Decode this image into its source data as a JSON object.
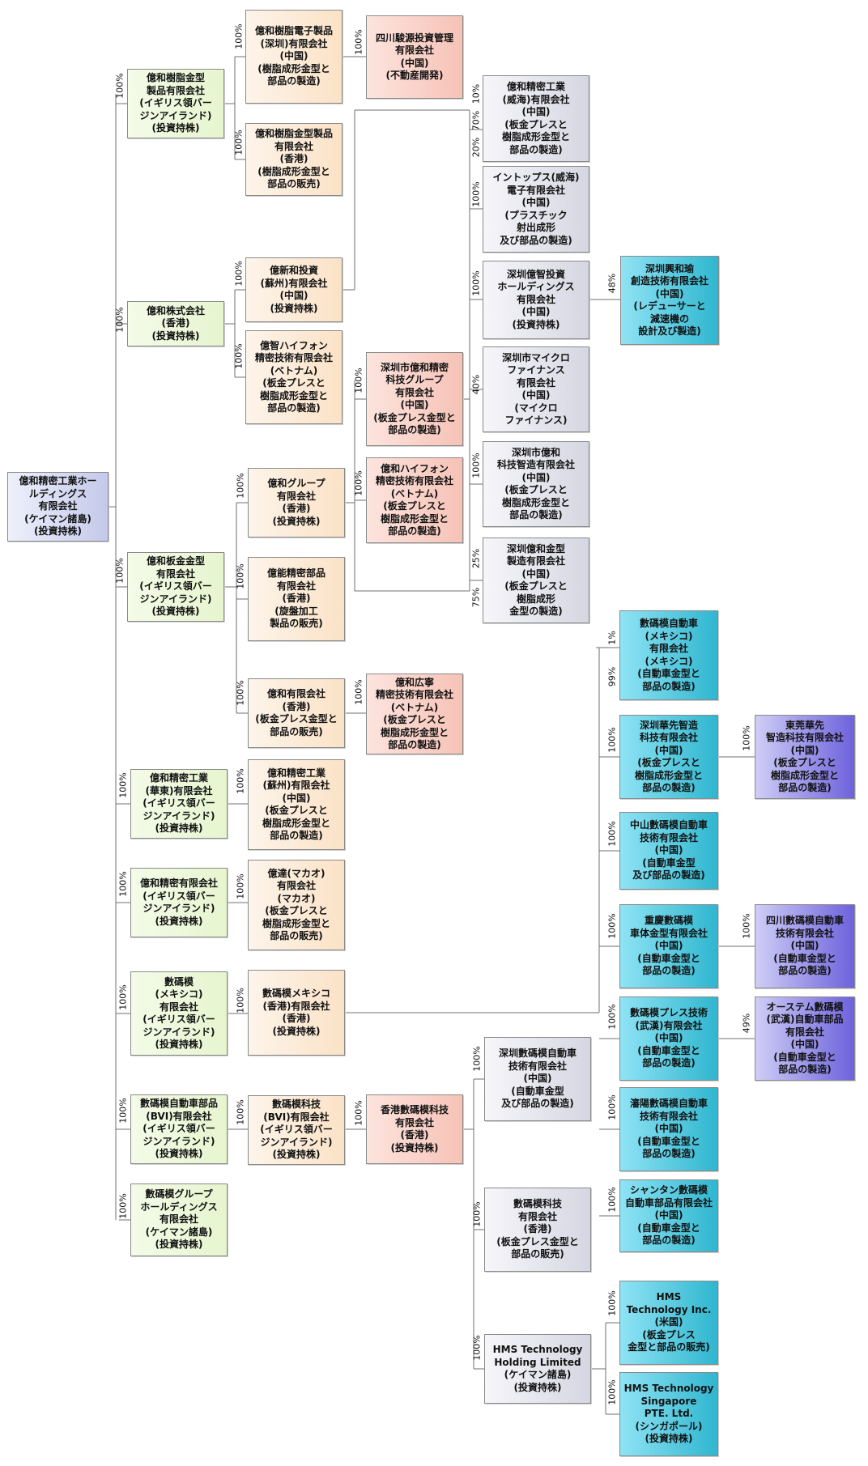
{
  "companies": {
    "root": "億和精密工業ホー\nルディングス\n有限会社\n(ケイマン諸島)\n(投資持株)",
    "a1": "億和樹脂金型\n製品有限会社\n(イギリス領バー\nジンアイランド)\n(投資持株)",
    "a2": "億和株式会社\n(香港)\n(投資持株)",
    "a3": "億和板金金型\n有限会社\n(イギリス領バー\nジンアイランド)\n(投資持株)",
    "a4": "億和精密工業\n(華東)有限会社\n(イギリス領バー\nジンアイランド)\n(投資持株)",
    "a5": "億和精密有限会社\n(イギリス領バー\nジンアイランド)\n(投資持株)",
    "a6": "數碼模\n(メキシコ)\n有限会社\n(イギリス領バー\nジンアイランド)\n(投資持株)",
    "a7": "數碼模自動車部品\n(BVI)有限会社\n(イギリス領バー\nジンアイランド)\n(投資持株)",
    "a8": "數碼模グループ\nホールディングス\n有限会社\n(ケイマン諸島)\n(投資持株)",
    "b1": "億和樹脂電子製品\n(深圳)有限会社\n(中国)\n(樹脂成形金型と\n部品の製造)",
    "b2": "億和樹脂金型製品\n有限会社\n(香港)\n(樹脂成形金型と\n部品の販売)",
    "b3": "億新和投資\n(蘇州)有限会社\n(中国)\n(投資持株)",
    "b4": "億智ハイフォン\n精密技術有限会社\n(ベトナム)\n(板金プレスと\n樹脂成形金型と\n部品の製造)",
    "b5": "億和グループ\n有限会社\n(香港)\n(投資持株)",
    "b6": "億能精密部品\n有限会社\n(香港)\n(旋盤加工\n製品の販売)",
    "b7": "億和有限会社\n(香港)\n(板金プレス金型と\n部品の販売)",
    "b8": "億和精密工業\n(蘇州)有限会社\n(中国)\n(板金プレスと\n樹脂成形金型と\n部品の製造)",
    "b9": "億達(マカオ)\n有限会社\n(マカオ)\n(板金プレスと\n樹脂成形金型と\n部品の販売)",
    "b10": "數碼模メキシコ\n(香港)有限会社\n(香港)\n(投資持株)",
    "b11": "數碼模科技\n(BVI)有限会社\n(イギリス領バー\nジンアイランド)\n(投資持株)",
    "c1": "四川駿源投資管理\n有限会社\n(中国)\n(不動産開発)",
    "c2": "深圳市億和精密\n科技グループ\n有限会社\n(中国)\n(板金プレス金型と\n部品の製造)",
    "c3": "億和ハイフォン\n精密技術有限会社\n(ベトナム)\n(板金プレスと\n樹脂成形金型と\n部品の製造)",
    "c4": "億和広寧\n精密技術有限会社\n(ベトナム)\n(板金プレスと\n樹脂成形金型と\n部品の製造)",
    "c5": "香港數碼模科技\n有限会社\n(香港)\n(投資持株)",
    "d1": "億和精密工業\n(威海)有限会社\n(中国)\n(板金プレスと\n樹脂成形金型と\n部品の製造)",
    "d2": "イントップス(威海)\n電子有限会社\n(中国)\n(プラスチック\n射出成形\n及び部品の製造)",
    "d3": "深圳億智投資\nホールディングス\n有限会社\n(中国)\n(投資持株)",
    "d4": "深圳市マイクロ\nファイナンス\n有限会社\n(中国)\n(マイクロ\nファイナンス)",
    "d5": "深圳市億和\n科技智造有限会社\n(中国)\n(板金プレスと\n樹脂成形金型と\n部品の製造)",
    "d6": "深圳億和金型\n製造有限会社\n(中国)\n(板金プレスと\n樹脂成形\n金型の製造)",
    "d7": "深圳數碼模自動車\n技術有限会社\n(中国)\n(自動車金型\n及び部品の製造)",
    "d8": "數碼模科技\n有限会社\n(香港)\n(板金プレス金型と\n部品の販売)",
    "d9": "HMS Technology\nHolding Limited\n(ケイマン諸島)\n(投資持株)",
    "e1": "深圳興和瑜\n創造技術有限会社\n(中国)\n(レデューサーと\n減速機の\n設計及び製造)",
    "e2": "數碼模自動車\n(メキシコ)\n有限会社\n(メキシコ)\n(自動車金型と\n部品の製造)",
    "e3": "深圳華先智造\n科技有限会社\n(中国)\n(板金プレスと\n樹脂成形金型と\n部品の製造)",
    "e4": "中山數碼模自動車\n技術有限会社\n(中国)\n(自動車金型\n及び部品の製造)",
    "e5": "重慶數碼模\n車体金型有限会社\n(中国)\n(自動車金型と\n部品の製造)",
    "e6": "數碼模プレス技術\n(武漢)有限会社\n(中国)\n(自動車金型と\n部品の製造)",
    "e7": "瀋陽數碼模自動車\n技術有限会社\n(中国)\n(自動車金型と\n部品の製造)",
    "e8": "シャンタン數碼模\n自動車部品有限会社\n(中国)\n(自動車金型と\n部品の製造)",
    "e9": "HMS\nTechnology Inc.\n(米国)\n(板金プレス\n金型と部品の販売)",
    "e10": "HMS Technology\nSingapore\nPTE. Ltd.\n(シンガポール)\n(投資持株)",
    "f1": "東莞華先\n智造科技有限会社\n(中国)\n(板金プレスと\n樹脂成形金型と\n部品の製造)",
    "f2": "四川數碼模自動車\n技術有限会社\n(中国)\n(自動車金型と\n部品の製造)",
    "f3": "オーステム數碼模\n(武漢)自動車部品\n有限会社\n(中国)\n(自動車金型と\n部品の製造)"
  },
  "percentages": {
    "a1": "100%",
    "a2": "100%",
    "a3": "100%",
    "a4": "100%",
    "a5": "100%",
    "a6": "100%",
    "a7": "100%",
    "a8": "100%",
    "b1": "100%",
    "b2": "100%",
    "b3": "100%",
    "b4": "100%",
    "b5": "100%",
    "b6": "100%",
    "b7": "100%",
    "b8": "100%",
    "b9": "100%",
    "b10": "100%",
    "b11": "100%",
    "c1": "100%",
    "c2": "100%",
    "c3": "100%",
    "c4": "100%",
    "c5": "100%",
    "d1a": "10%",
    "d1b": "70%",
    "d1c": "20%",
    "d2": "100%",
    "d3": "100%",
    "d4": "40%",
    "d5": "100%",
    "d6a": "25%",
    "d6b": "75%",
    "d7": "100%",
    "d8": "100%",
    "d9": "100%",
    "e1": "48%",
    "e2a": "1%",
    "e2b": "99%",
    "e3": "100%",
    "e4": "100%",
    "e5": "100%",
    "e6": "100%",
    "e7": "100%",
    "e8": "100%",
    "e9": "100%",
    "e10": "100%",
    "f1": "100%",
    "f2": "100%",
    "f3": "49%"
  },
  "colors": {
    "green": "#e6f5cf",
    "orange": "#fbe2c6",
    "red": "#f6c2b6",
    "gray": "#d6d6e2",
    "cyan": "#2fb6cf",
    "purple": "#6d62dc",
    "line": "#6f6f6f"
  }
}
